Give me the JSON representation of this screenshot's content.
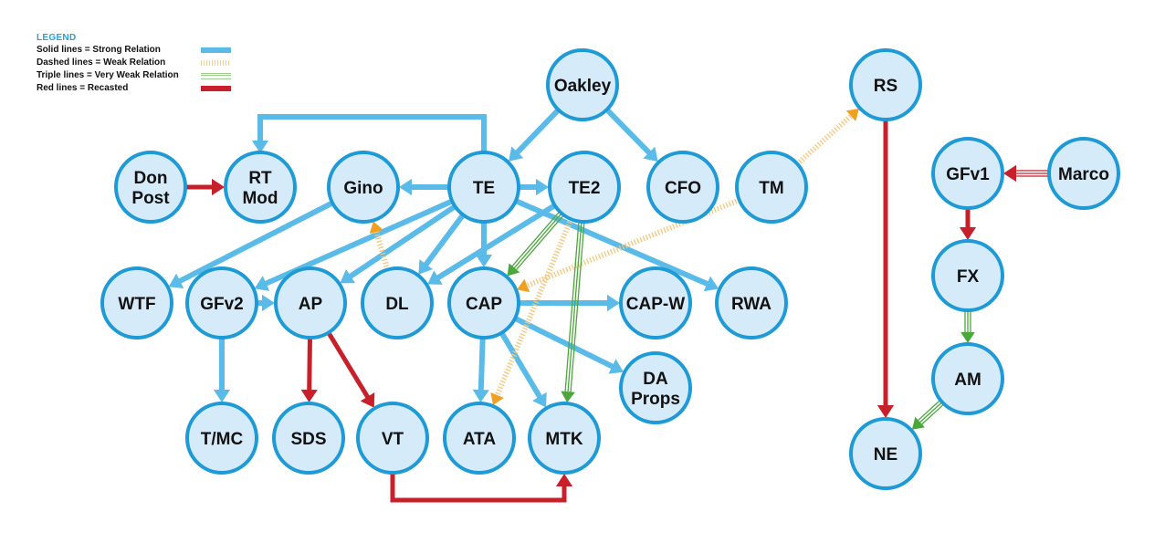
{
  "legend": {
    "title": "LEGEND",
    "items": [
      {
        "label": "Solid lines = Strong Relation",
        "type": "solid",
        "color": "#5bbbe8"
      },
      {
        "label": "Dashed lines = Weak Relation",
        "type": "dashed",
        "color": "#f2b450"
      },
      {
        "label": "Triple lines = Very Weak Relation",
        "type": "triple",
        "color": "#4aa83a"
      },
      {
        "label": "Red lines = Recasted",
        "type": "red",
        "color": "#c8202a"
      }
    ]
  },
  "colors": {
    "node_fill": "#d6ebfa",
    "node_stroke": "#1e9ad6",
    "strong": "#5bbbe8",
    "weak": "#f2b450",
    "weak_head": "#f0a020",
    "very_weak": "#4aa83a",
    "recast": "#c8202a"
  },
  "nodes": [
    {
      "id": "oakley",
      "lines": [
        "Oakley"
      ]
    },
    {
      "id": "te",
      "lines": [
        "TE"
      ]
    },
    {
      "id": "te2",
      "lines": [
        "TE2"
      ]
    },
    {
      "id": "cfo",
      "lines": [
        "CFO"
      ]
    },
    {
      "id": "tm",
      "lines": [
        "TM"
      ]
    },
    {
      "id": "rs",
      "lines": [
        "RS"
      ]
    },
    {
      "id": "donpost",
      "lines": [
        "Don",
        "Post"
      ]
    },
    {
      "id": "rtmod",
      "lines": [
        "RT",
        "Mod"
      ]
    },
    {
      "id": "gino",
      "lines": [
        "Gino"
      ]
    },
    {
      "id": "wtf",
      "lines": [
        "WTF"
      ]
    },
    {
      "id": "gfv2",
      "lines": [
        "GFv2"
      ]
    },
    {
      "id": "ap",
      "lines": [
        "AP"
      ]
    },
    {
      "id": "dl",
      "lines": [
        "DL"
      ]
    },
    {
      "id": "cap",
      "lines": [
        "CAP"
      ]
    },
    {
      "id": "capw",
      "lines": [
        "CAP-W"
      ]
    },
    {
      "id": "rwa",
      "lines": [
        "RWA"
      ]
    },
    {
      "id": "daprops",
      "lines": [
        "DA",
        "Props"
      ]
    },
    {
      "id": "tmc",
      "lines": [
        "T/MC"
      ]
    },
    {
      "id": "sds",
      "lines": [
        "SDS"
      ]
    },
    {
      "id": "vt",
      "lines": [
        "VT"
      ]
    },
    {
      "id": "ata",
      "lines": [
        "ATA"
      ]
    },
    {
      "id": "mtk",
      "lines": [
        "MTK"
      ]
    },
    {
      "id": "gfv1",
      "lines": [
        "GFv1"
      ]
    },
    {
      "id": "marco",
      "lines": [
        "Marco"
      ]
    },
    {
      "id": "fx",
      "lines": [
        "FX"
      ]
    },
    {
      "id": "am",
      "lines": [
        "AM"
      ]
    },
    {
      "id": "ne",
      "lines": [
        "NE"
      ]
    }
  ],
  "edges": [
    {
      "from": "oakley",
      "to": "te",
      "type": "solid"
    },
    {
      "from": "oakley",
      "to": "cfo",
      "type": "solid"
    },
    {
      "from": "te",
      "to": "rtmod",
      "type": "solid",
      "route": "elbow-top"
    },
    {
      "from": "te",
      "to": "gino",
      "type": "solid"
    },
    {
      "from": "te",
      "to": "te2",
      "type": "solid"
    },
    {
      "from": "te",
      "to": "gfv2",
      "type": "solid"
    },
    {
      "from": "te",
      "to": "ap",
      "type": "solid"
    },
    {
      "from": "te",
      "to": "dl",
      "type": "solid"
    },
    {
      "from": "te",
      "to": "cap",
      "type": "solid"
    },
    {
      "from": "te",
      "to": "rwa",
      "type": "solid"
    },
    {
      "from": "te2",
      "to": "dl",
      "type": "solid"
    },
    {
      "from": "gino",
      "to": "wtf",
      "type": "solid"
    },
    {
      "from": "gfv2",
      "to": "ap",
      "type": "solid"
    },
    {
      "from": "gfv2",
      "to": "tmc",
      "type": "solid"
    },
    {
      "from": "cap",
      "to": "capw",
      "type": "solid"
    },
    {
      "from": "cap",
      "to": "daprops",
      "type": "solid"
    },
    {
      "from": "cap",
      "to": "ata",
      "type": "solid"
    },
    {
      "from": "cap",
      "to": "mtk",
      "type": "solid"
    },
    {
      "from": "donpost",
      "to": "rtmod",
      "type": "red"
    },
    {
      "from": "ap",
      "to": "sds",
      "type": "red"
    },
    {
      "from": "ap",
      "to": "vt",
      "type": "red"
    },
    {
      "from": "vt",
      "to": "mtk",
      "type": "red",
      "route": "elbow-bottom"
    },
    {
      "from": "rs",
      "to": "ne",
      "type": "red"
    },
    {
      "from": "gfv1",
      "to": "fx",
      "type": "red"
    },
    {
      "from": "marco",
      "to": "gfv1",
      "type": "red-triple"
    },
    {
      "from": "dl",
      "to": "gino",
      "type": "dashed"
    },
    {
      "from": "tm",
      "to": "rs",
      "type": "dashed"
    },
    {
      "from": "tm",
      "to": "cap",
      "type": "dashed"
    },
    {
      "from": "te2",
      "to": "ata",
      "type": "dashed"
    },
    {
      "from": "te2",
      "to": "cap",
      "type": "triple"
    },
    {
      "from": "te2",
      "to": "mtk",
      "type": "triple"
    },
    {
      "from": "fx",
      "to": "am",
      "type": "triple"
    },
    {
      "from": "am",
      "to": "ne",
      "type": "triple"
    }
  ]
}
